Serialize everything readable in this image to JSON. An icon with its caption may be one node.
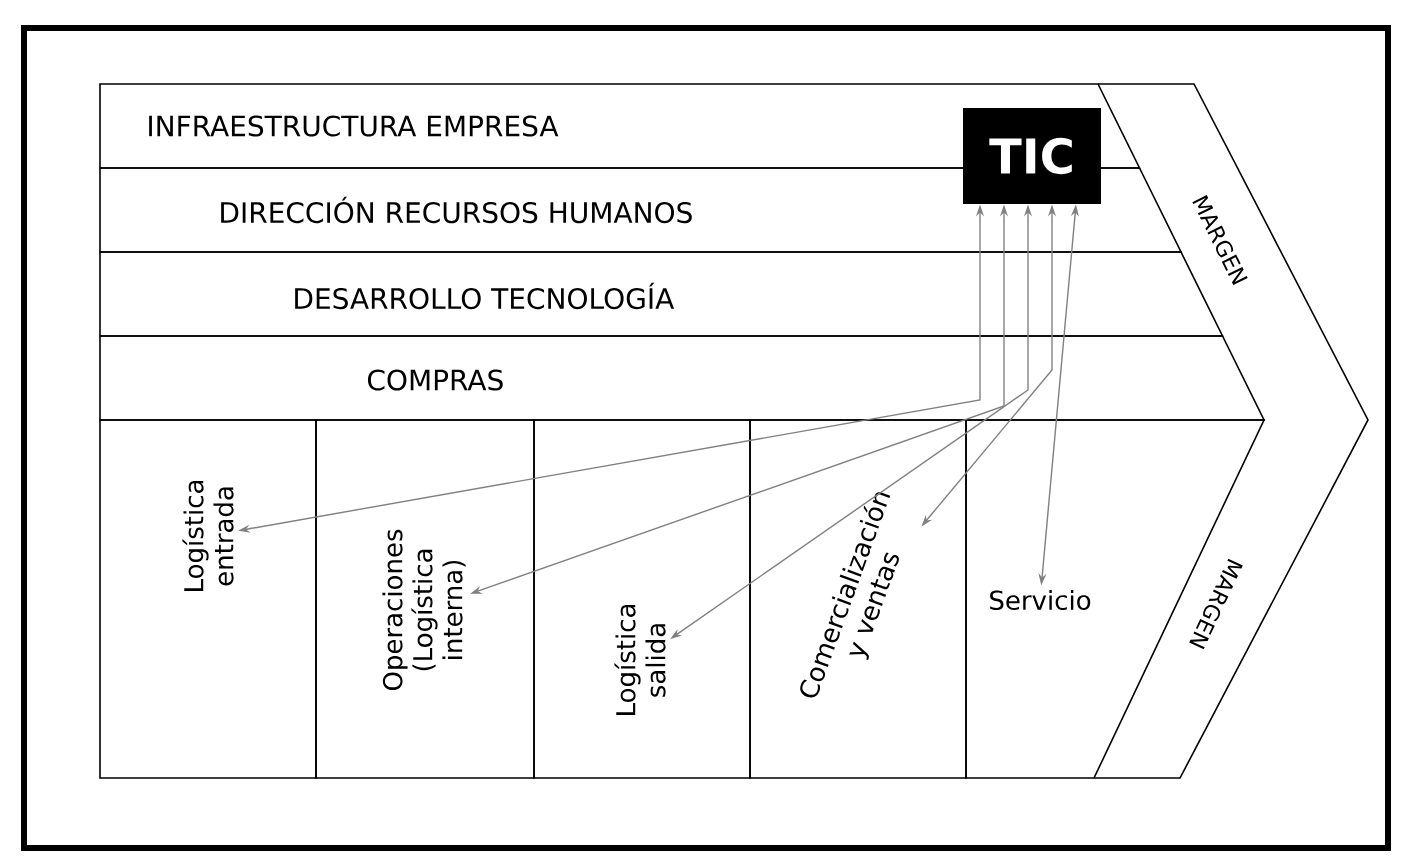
{
  "diagram": {
    "nodes": [
      {
        "text": [
          "INFRAESTRUCTURA EMPRESA"
        ]
      },
      {
        "text": [
          "DIRECCIÓN RECURSOS HUMANOS"
        ]
      },
      {
        "text": [
          "DESARROLLO TECNOLOGÍA"
        ]
      },
      {
        "text": [
          "COMPRAS"
        ]
      },
      {
        "text": [
          "TIC"
        ]
      },
      {
        "text": [
          "Logística entrada"
        ]
      },
      {
        "text": [
          "Operaciones (Logística interna)"
        ]
      },
      {
        "text": [
          "Logística salida"
        ]
      },
      {
        "text": [
          "Comercialización y ventas"
        ]
      },
      {
        "text": [
          "Servicio"
        ]
      }
    ],
    "edges": [
      {
        "from": 4,
        "to": 5,
        "arrow": "both"
      },
      {
        "from": 4,
        "to": 6,
        "arrow": "both"
      },
      {
        "from": 4,
        "to": 7,
        "arrow": "both"
      },
      {
        "from": 4,
        "to": 8,
        "arrow": "both"
      },
      {
        "from": 4,
        "to": 9,
        "arrow": "both"
      }
    ],
    "labels": [
      "MARGEN",
      "MARGEN"
    ]
  }
}
